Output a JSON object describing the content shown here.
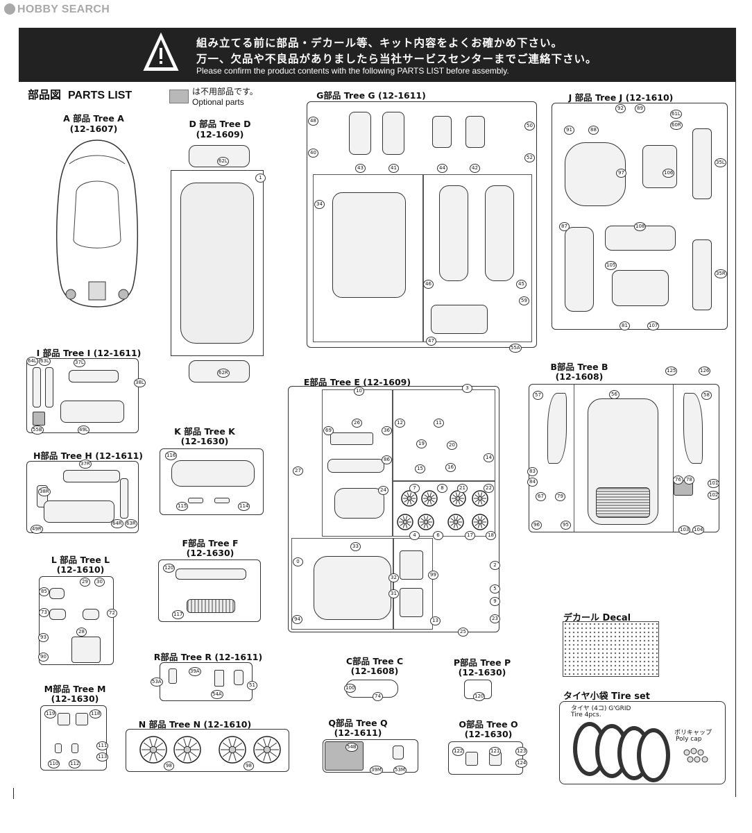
{
  "watermark": "HOBBY SEARCH",
  "banner": {
    "line1": "組み立てる前に部品・デカール等、キット内容をよくお確かめ下さい。",
    "line2": "万一、欠品や不良品がありましたら当社サービスセンターまでご連絡下さい。",
    "line3": "Please confirm the product contents with the following PARTS LIST before assembly."
  },
  "parts_list": {
    "title_jp": "部品図",
    "title_en": "PARTS LIST",
    "optional_jp": "は不用部品です。",
    "optional_en": "Optional parts"
  },
  "trees": {
    "A": {
      "title": "A 部品 Tree A",
      "code": "(12-1607)"
    },
    "D": {
      "title": "D 部品 Tree D",
      "code": "(12-1609)",
      "labels": [
        "62L",
        "62R",
        "1"
      ]
    },
    "G": {
      "title": "G部品 Tree G (12-1611)",
      "labels": [
        "48",
        "40",
        "43",
        "41",
        "44",
        "42",
        "50",
        "52",
        "34",
        "46",
        "45",
        "47",
        "59",
        "55A"
      ]
    },
    "J": {
      "title": "J 部品 Tree J (12-1610)",
      "labels": [
        "91",
        "88",
        "92",
        "89",
        "61L",
        "60R",
        "97",
        "106",
        "35L",
        "87",
        "108",
        "105",
        "81",
        "107",
        "35R"
      ]
    },
    "I": {
      "title": "I 部品 Tree I (12-1611)",
      "labels": [
        "64L",
        "63L",
        "37L",
        "38L",
        "55B",
        "49L"
      ]
    },
    "H": {
      "title": "H部品 Tree H (12-1611)",
      "labels": [
        "37R",
        "38R",
        "49R",
        "64R",
        "63R"
      ]
    },
    "K": {
      "title": "K 部品 Tree K",
      "code": "(12-1630)",
      "labels": [
        "116",
        "115",
        "114"
      ]
    },
    "E": {
      "title": "E部品 Tree E (12-1609)",
      "labels": [
        "10",
        "26",
        "69",
        "36",
        "86",
        "27",
        "24",
        "12",
        "11",
        "3",
        "19",
        "20",
        "14",
        "15",
        "16",
        "7",
        "8",
        "21",
        "22",
        "4",
        "6",
        "17",
        "18",
        "33",
        "32",
        "31",
        "99",
        "0",
        "13",
        "94",
        "25",
        "2",
        "5",
        "9",
        "23"
      ]
    },
    "B": {
      "title": "B部品 Tree B",
      "code": "(12-1608)",
      "labels": [
        "125",
        "126",
        "57",
        "56",
        "58",
        "83",
        "84",
        "67",
        "79",
        "76",
        "78",
        "101",
        "102",
        "96",
        "95",
        "103",
        "104"
      ]
    },
    "F": {
      "title": "F部品 Tree F",
      "code": "(12-1630)",
      "labels": [
        "120",
        "117"
      ]
    },
    "L": {
      "title": "L 部品 Tree L",
      "code": "(12-1610)",
      "labels": [
        "29",
        "30",
        "85",
        "73",
        "72",
        "28",
        "93",
        "90"
      ]
    },
    "R": {
      "title": "R部品 Tree R (12-1611)",
      "labels": [
        "39A",
        "53A",
        "54A",
        "51"
      ]
    },
    "C": {
      "title": "C部品 Tree C",
      "code": "(12-1608)",
      "labels": [
        "100",
        "74"
      ]
    },
    "P": {
      "title": "P部品 Tree P",
      "code": "(12-1630)",
      "labels": [
        "120"
      ]
    },
    "M": {
      "title": "M部品 Tree M",
      "code": "(12-1630)",
      "labels": [
        "119",
        "118",
        "111",
        "110",
        "112",
        "113"
      ]
    },
    "N": {
      "title": "N 部品 Tree N (12-1610)",
      "labels": [
        "98",
        "98"
      ]
    },
    "Q": {
      "title": "Q部品 Tree Q",
      "code": "(12-1611)",
      "labels": [
        "54B",
        "39M",
        "53M"
      ]
    },
    "O": {
      "title": "O部品 Tree O",
      "code": "(12-1630)",
      "labels": [
        "122",
        "121",
        "123",
        "124"
      ]
    }
  },
  "decal": {
    "title": "デカール Decal"
  },
  "tire_set": {
    "title": "タイヤ小袋 Tire set",
    "tire_jp": "タイヤ (4コ) G'GRID",
    "tire_en": "Tire 4pcs.",
    "cap_jp": "ポリキャップ",
    "cap_en": "Poly cap"
  }
}
